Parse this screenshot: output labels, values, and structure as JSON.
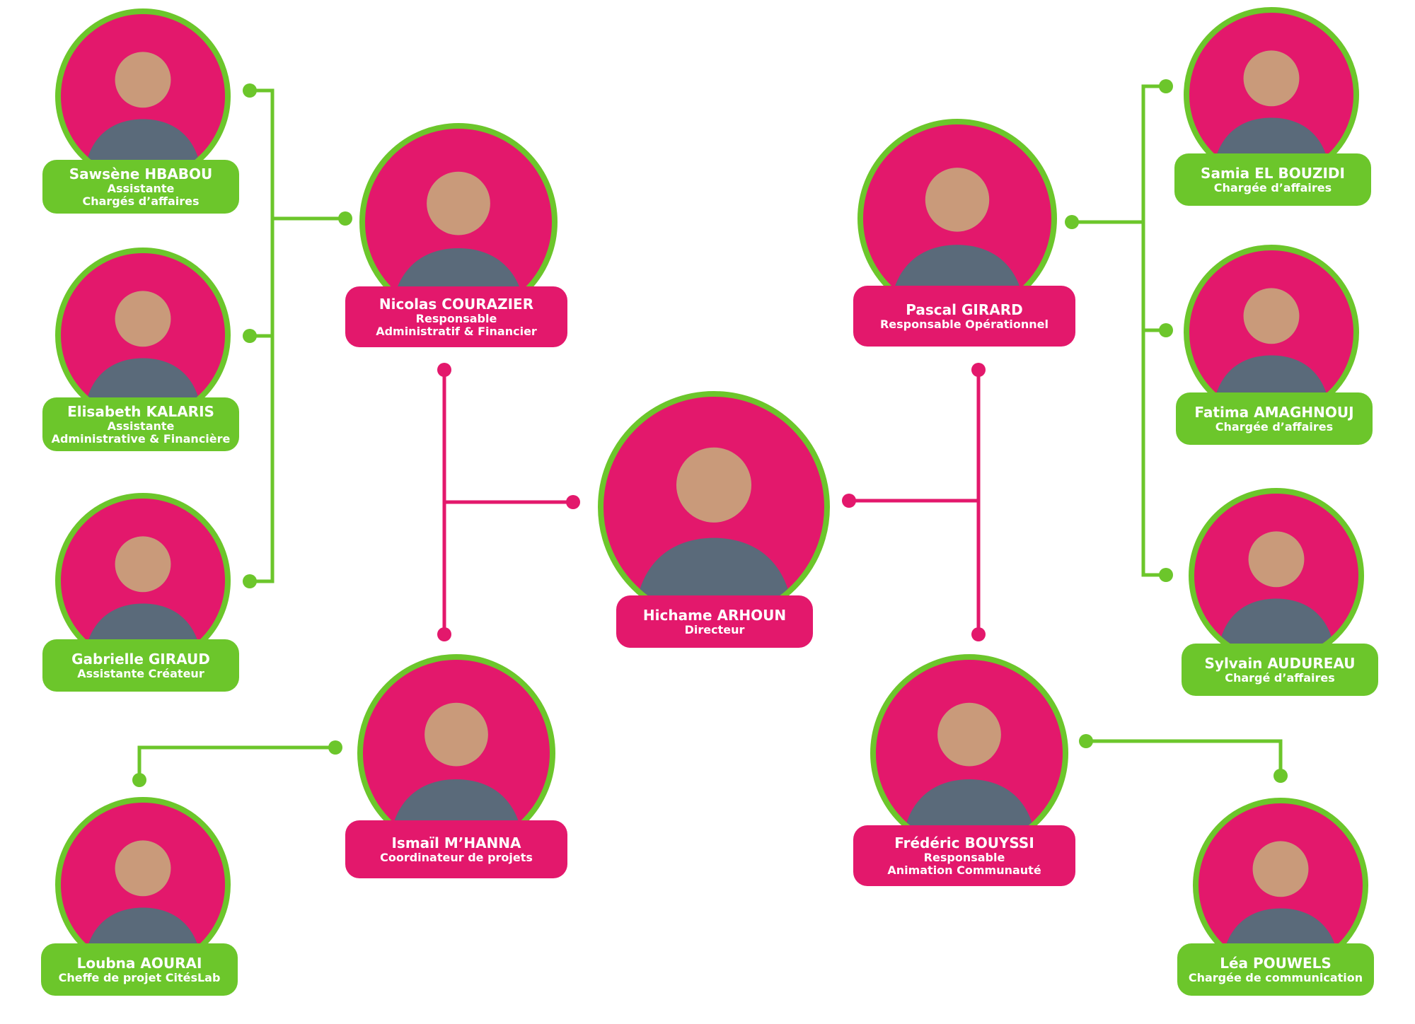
{
  "colors": {
    "accent_pink": "#e3186c",
    "accent_green": "#6cc62b",
    "background": "#ffffff"
  },
  "people": {
    "sawsene": {
      "name": "Sawsène HBABOU",
      "role_line1": "Assistante",
      "role_line2": "Chargés d’affaires"
    },
    "elisabeth": {
      "name": "Elisabeth KALARIS",
      "role_line1": "Assistante",
      "role_line2": "Administrative & Financière"
    },
    "gabrielle": {
      "name": "Gabrielle GIRAUD",
      "role_line1": "Assistante Créateur"
    },
    "nicolas": {
      "name": "Nicolas COURAZIER",
      "role_line1": "Responsable",
      "role_line2": "Administratif & Financier"
    },
    "hichame": {
      "name": "Hichame ARHOUN",
      "role_line1": "Directeur"
    },
    "ismail": {
      "name": "Ismaïl M’HANNA",
      "role_line1": "Coordinateur de projets"
    },
    "loubna": {
      "name": "Loubna AOURAI",
      "role_line1": "Cheffe de projet CitésLab"
    },
    "pascal": {
      "name": "Pascal GIRARD",
      "role_line1": "Responsable Opérationnel"
    },
    "frederic": {
      "name": "Frédéric BOUYSSI",
      "role_line1": "Responsable",
      "role_line2": "Animation Communauté"
    },
    "samia": {
      "name": "Samia EL BOUZIDI",
      "role_line1": "Chargée d’affaires"
    },
    "fatima": {
      "name": "Fatima AMAGHNOUJ",
      "role_line1": "Chargée d’affaires"
    },
    "sylvain": {
      "name": "Sylvain AUDUREAU",
      "role_line1": "Chargé d’affaires"
    },
    "lea": {
      "name": "Léa POUWELS",
      "role_line1": "Chargée de communication"
    }
  }
}
